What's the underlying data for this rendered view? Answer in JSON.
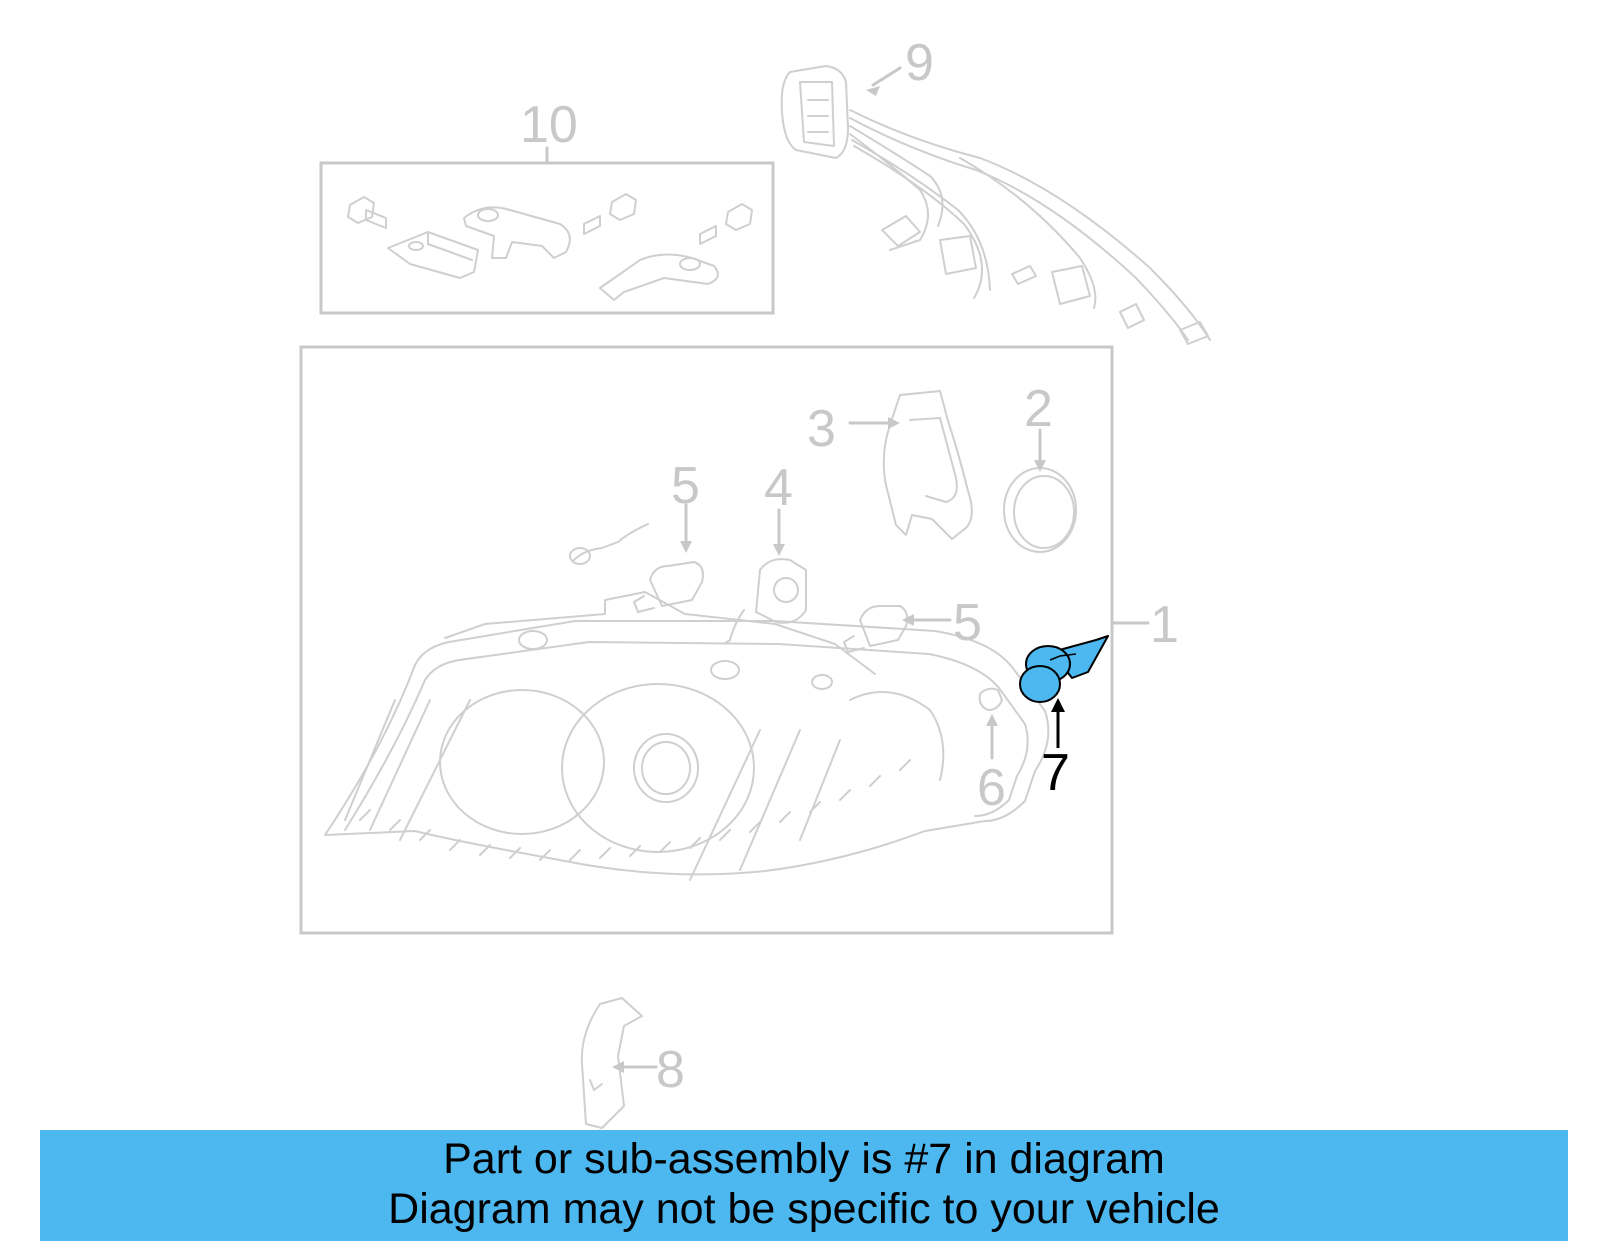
{
  "callouts": {
    "c1": "1",
    "c2": "2",
    "c3": "3",
    "c4": "4",
    "c5a": "5",
    "c5b": "5",
    "c6": "6",
    "c7": "7",
    "c8": "8",
    "c9": "9",
    "c10": "10"
  },
  "highlight": {
    "part_number": "7",
    "color": "#4db8f0"
  },
  "banner": {
    "line1": "Part or sub-assembly is #7 in diagram",
    "line2": "Diagram may not be specific to your vehicle",
    "background": "#4db8f0"
  }
}
